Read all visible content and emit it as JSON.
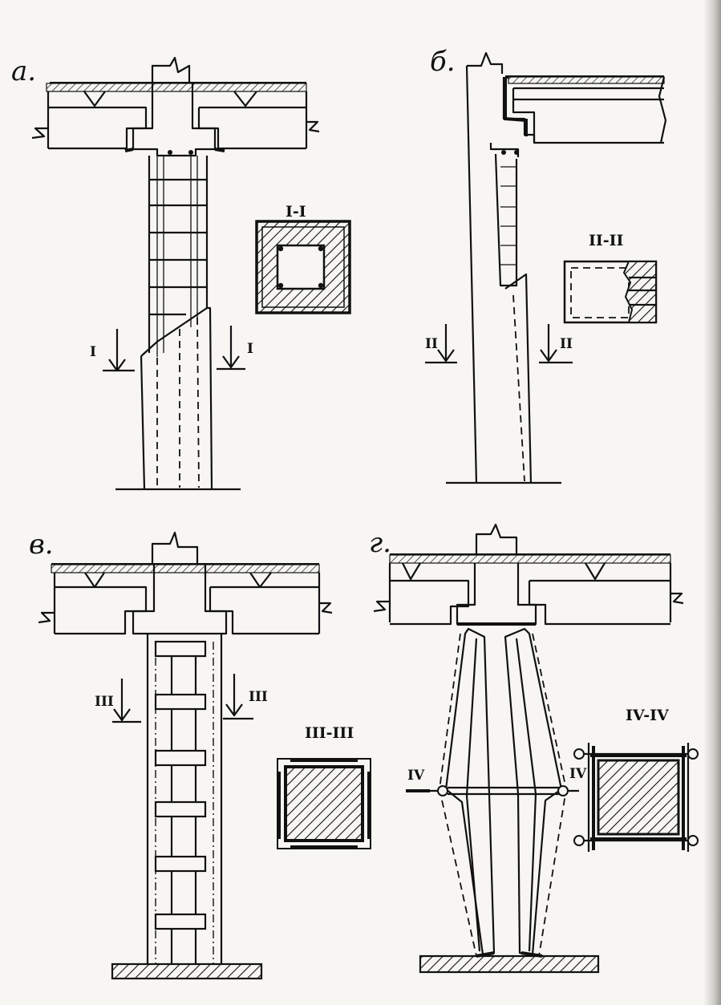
{
  "panels": {
    "a": {
      "label": "а.",
      "section_label": "I-I",
      "cut_left": "I",
      "cut_right": "I"
    },
    "b": {
      "label": "б.",
      "section_label": "II-II",
      "cut_left": "II",
      "cut_right": "II"
    },
    "v": {
      "label": "в.",
      "section_label": "III-III",
      "cut_left": "III",
      "cut_right": "III"
    },
    "g": {
      "label": "г.",
      "section_label": "IV-IV",
      "cut_left": "IV",
      "cut_right": "IV"
    }
  },
  "colors": {
    "ink": "#111111",
    "paper": "#f7f6f3"
  }
}
